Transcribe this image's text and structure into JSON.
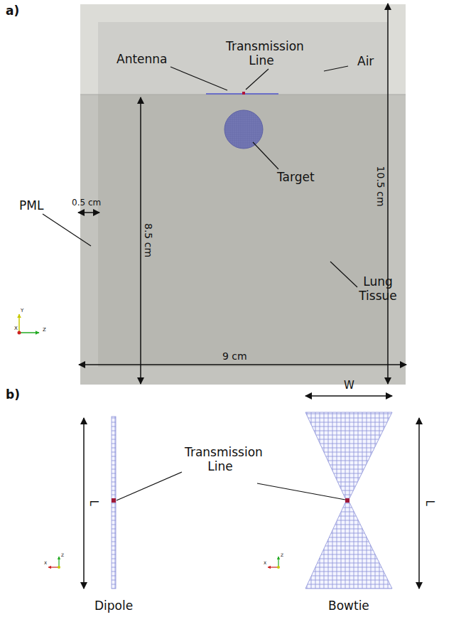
{
  "diagram": {
    "labels": [
      "a)",
      "Antenna",
      "Transmission Line",
      "Air",
      "PML",
      "Target",
      "0.5 cm",
      "8.5 cm",
      "10.5 cm",
      "Lung Tissue",
      "Y",
      "X",
      "Z",
      "9 cm",
      "b)",
      "W",
      "Transmission Line",
      "L",
      "L",
      "Dipole",
      "Bowtie",
      "Z",
      "X",
      "Z",
      "X"
    ]
  }
}
